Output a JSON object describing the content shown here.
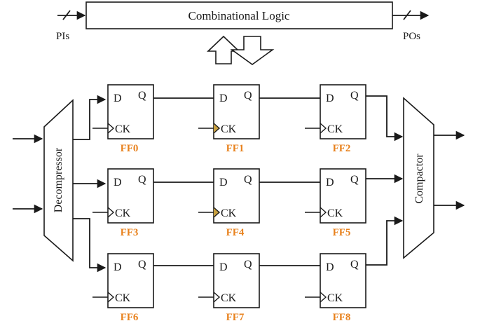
{
  "diagram": {
    "combinational_logic": {
      "label": "Combinational Logic",
      "inputs_label": "PIs",
      "outputs_label": "POs"
    },
    "decompressor": {
      "label": "Decompressor"
    },
    "compactor": {
      "label": "Compactor"
    },
    "flip_flop_pins": {
      "d": "D",
      "q": "Q",
      "ck": "CK"
    },
    "flip_flops": [
      "FF0",
      "FF1",
      "FF2",
      "FF3",
      "FF4",
      "FF5",
      "FF6",
      "FF7",
      "FF8"
    ],
    "colors": {
      "ff_label": "#e8821e",
      "line": "#1a1a1a",
      "clock_highlight": "#c8a040"
    }
  }
}
